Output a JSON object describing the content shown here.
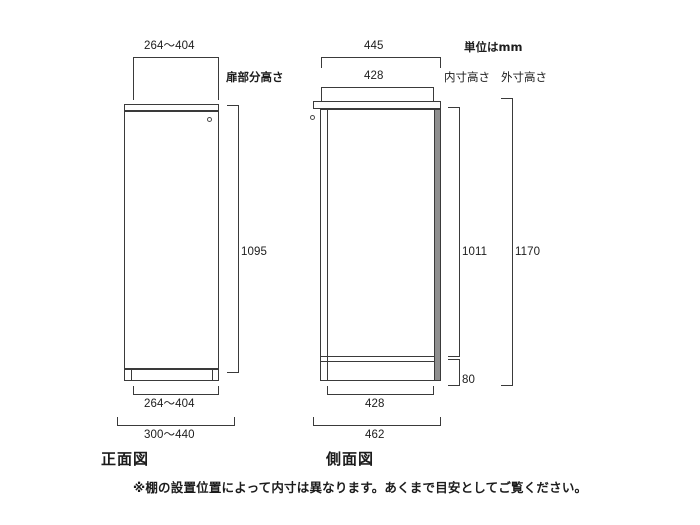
{
  "drawing": {
    "unit_note": "単位はmm",
    "front_view_title": "正面図",
    "side_view_title": "側面図",
    "door_height_label": "扉部分高さ",
    "inner_height_label": "内寸高さ",
    "outer_height_label": "外寸高さ",
    "footer_note": "※棚の設置位置によって内寸は異なります。あくまで目安としてご覧ください。"
  },
  "front_view": {
    "top_width": "264〜404",
    "bottom_inner_width": "264〜404",
    "bottom_outer_width": "300〜440",
    "door_height": "1095"
  },
  "side_view": {
    "outer_depth_top": "445",
    "inner_depth_top": "428",
    "inner_depth_bottom": "428",
    "outer_depth_bottom": "462",
    "inner_height": "1011",
    "outer_height": "1170",
    "base_height": "80"
  },
  "colors": {
    "line": "#3a3a3a",
    "back_panel": "#8f8f8f",
    "text": "#1c1c1c",
    "background": "#ffffff"
  }
}
